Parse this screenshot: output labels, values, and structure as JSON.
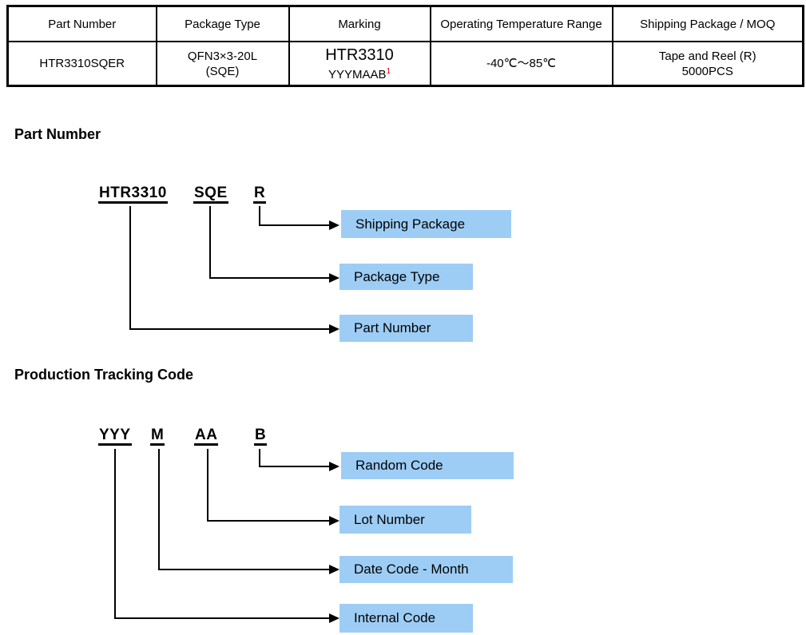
{
  "document": {
    "table": {
      "headers": [
        "Part Number",
        "Package Type",
        "Marking",
        "Operating Temperature Range",
        "Shipping Package / MOQ"
      ],
      "row": {
        "part_number": "HTR3310SQER",
        "package_type": [
          "QFN3×3-20L",
          "(SQE)"
        ],
        "marking": [
          "HTR3310",
          "YYYMAAB"
        ],
        "marking_footnote": "1",
        "operating_temperature_range": "-40℃～85℃",
        "shipping_package_moq": [
          "Tape and Reel (R)",
          "5000PCS"
        ]
      }
    },
    "part_number_section": {
      "heading": "Part Number",
      "code_segments": [
        "HTR3310",
        "SQE",
        "R"
      ],
      "labels": [
        "Shipping Package",
        "Package Type",
        "Part Number"
      ]
    },
    "production_tracking_section": {
      "heading": "Production Tracking Code",
      "code_segments": [
        "YYY",
        "M",
        "AA",
        "B"
      ],
      "labels": [
        "Random Code",
        "Lot Number",
        "Date Code - Month",
        "Internal Code"
      ]
    },
    "colors": {
      "label_box_background": "#9DCDF5",
      "footnote_red": "#E60012",
      "line_black": "#000000"
    }
  }
}
